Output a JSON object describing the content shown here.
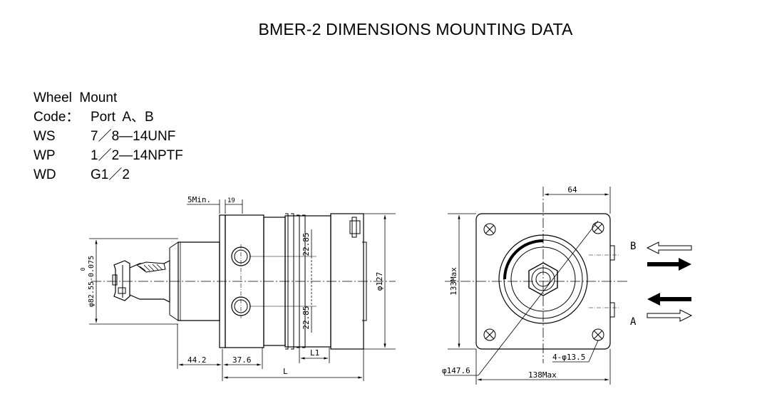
{
  "title": "BMER-2 DIMENSIONS MOUNTING DATA",
  "mount_header": "Wheel  Mount",
  "code_row": {
    "label": "Code：",
    "value": "Port  A、B"
  },
  "port_rows": [
    {
      "code": "WS",
      "value": "7／8—14UNF"
    },
    {
      "code": "WP",
      "value": "1／2—14NPTF"
    },
    {
      "code": "WD",
      "value": "G1／2"
    }
  ],
  "dimensions": {
    "d_5min": "5Min.",
    "d_19": "19",
    "d_2285_top": "22.85",
    "d_2285_bot": "22.85",
    "d_phi127": "φ127",
    "d_shaft": "φ82.55-0.075",
    "d_shaft_tol": "0",
    "d_442": "44.2",
    "d_376": "37.6",
    "d_L1": "L1",
    "d_L": "L",
    "d_64": "64",
    "d_133max": "133Max",
    "d_holes": "4-φ13.5",
    "d_1476": "φ147.6",
    "d_138max": "138Max"
  },
  "port_labels": {
    "b": "B",
    "a": "A"
  }
}
